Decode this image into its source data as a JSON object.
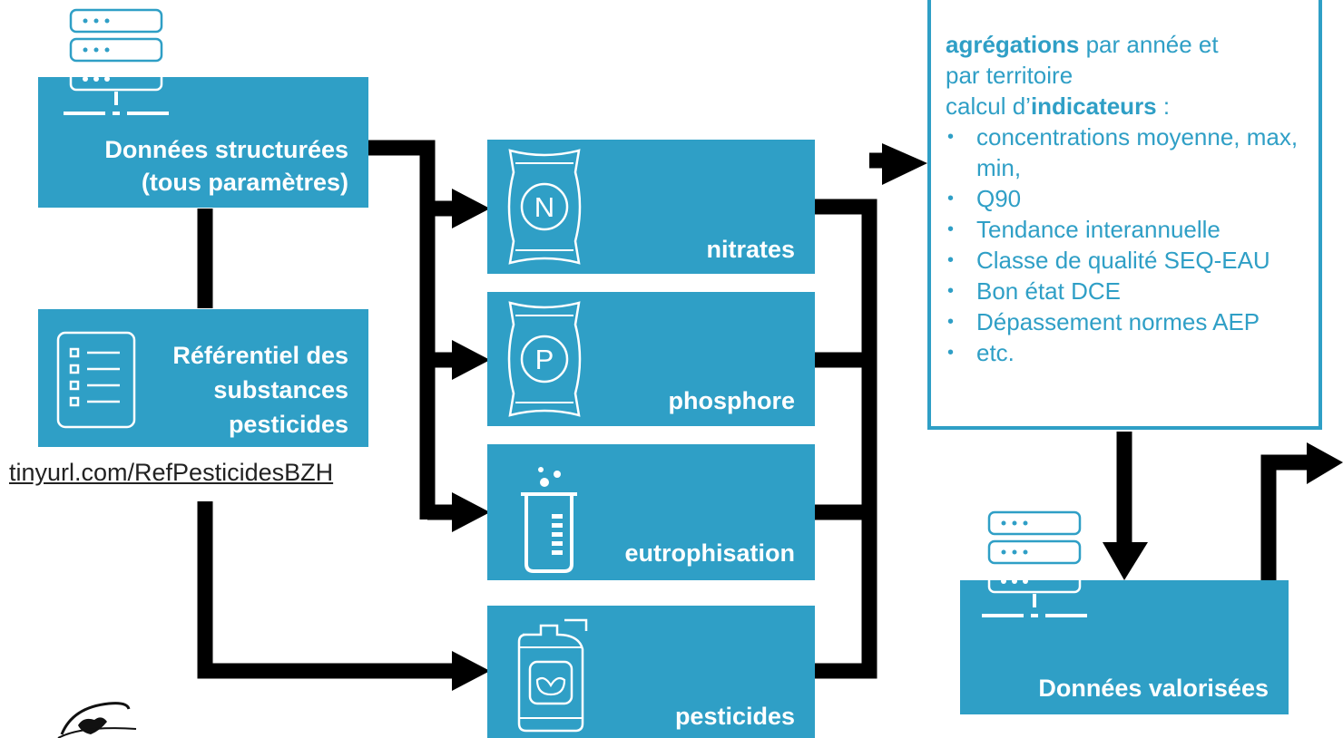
{
  "colors": {
    "accent": "#2f9fc6",
    "arrow": "#000000"
  },
  "sources": {
    "structured": {
      "line1": "Données structurées",
      "line2": "(tous paramètres)",
      "icon": "server-icon"
    },
    "referential": {
      "line1": "Référentiel des",
      "line2": "substances",
      "line3": "pesticides",
      "icon": "checklist-icon"
    },
    "link": "tinyurl.com/RefPesticidesBZH"
  },
  "themes": [
    {
      "label": "nitrates",
      "icon": "nitrogen-bag-icon",
      "symbol": "N"
    },
    {
      "label": "phosphore",
      "icon": "phosphorus-bag-icon",
      "symbol": "P"
    },
    {
      "label": "eutrophisation",
      "icon": "beaker-icon"
    },
    {
      "label": "pesticides",
      "icon": "pesticide-can-icon"
    }
  ],
  "processing": {
    "agg_bold": "agrégations",
    "agg_rest": " par année et",
    "agg_line2": "par territoire",
    "calc_pre": "calcul d’",
    "calc_bold": "indicateurs",
    "calc_post": " :",
    "bullets": [
      "concentrations moyenne, max, min,",
      "Q90",
      "Tendance interannuelle",
      "Classe de qualité SEQ-EAU",
      "Bon état DCE",
      "Dépassement normes AEP",
      "etc."
    ]
  },
  "output": {
    "label": "Données valorisées",
    "icon": "server-icon"
  }
}
